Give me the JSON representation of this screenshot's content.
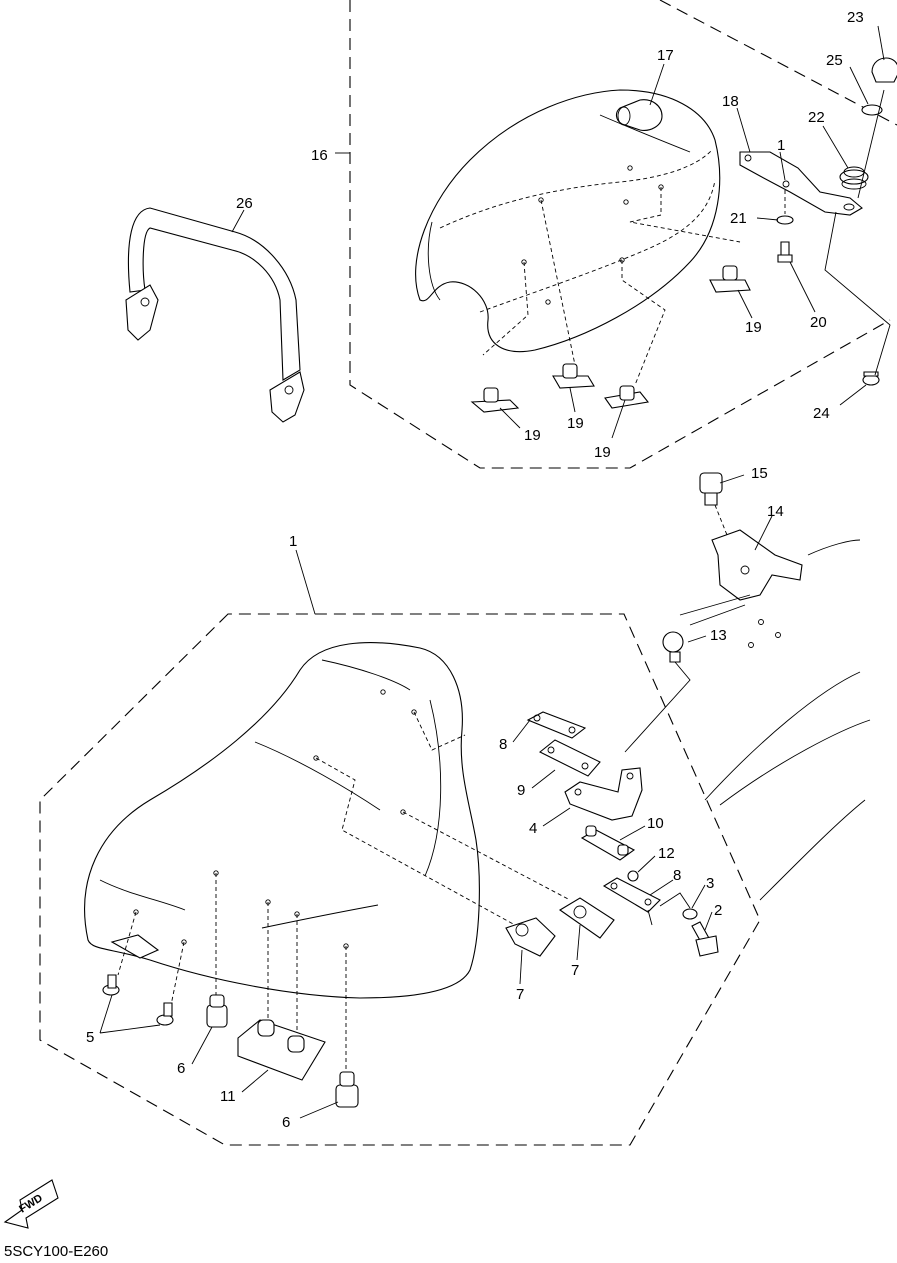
{
  "diagram_code": "5SCY100-E260",
  "fwd_label": "FWD",
  "callouts": [
    {
      "id": "c23",
      "label": "23"
    },
    {
      "id": "c25",
      "label": "25"
    },
    {
      "id": "c17",
      "label": "17"
    },
    {
      "id": "c18",
      "label": "18"
    },
    {
      "id": "c22",
      "label": "22"
    },
    {
      "id": "c16",
      "label": "16"
    },
    {
      "id": "c1top",
      "label": "1"
    },
    {
      "id": "c21",
      "label": "21"
    },
    {
      "id": "c26",
      "label": "26"
    },
    {
      "id": "c20",
      "label": "20"
    },
    {
      "id": "c19a",
      "label": "19"
    },
    {
      "id": "c19b",
      "label": "19"
    },
    {
      "id": "c19c",
      "label": "19"
    },
    {
      "id": "c19d",
      "label": "19"
    },
    {
      "id": "c24",
      "label": "24"
    },
    {
      "id": "c15",
      "label": "15"
    },
    {
      "id": "c14",
      "label": "14"
    },
    {
      "id": "c1",
      "label": "1"
    },
    {
      "id": "c13",
      "label": "13"
    },
    {
      "id": "c8a",
      "label": "8"
    },
    {
      "id": "c9",
      "label": "9"
    },
    {
      "id": "c4",
      "label": "4"
    },
    {
      "id": "c10",
      "label": "10"
    },
    {
      "id": "c12",
      "label": "12"
    },
    {
      "id": "c8b",
      "label": "8"
    },
    {
      "id": "c3",
      "label": "3"
    },
    {
      "id": "c2",
      "label": "2"
    },
    {
      "id": "c7a",
      "label": "7"
    },
    {
      "id": "c7b",
      "label": "7"
    },
    {
      "id": "c5",
      "label": "5"
    },
    {
      "id": "c6a",
      "label": "6"
    },
    {
      "id": "c11",
      "label": "11"
    },
    {
      "id": "c6b",
      "label": "6"
    }
  ]
}
